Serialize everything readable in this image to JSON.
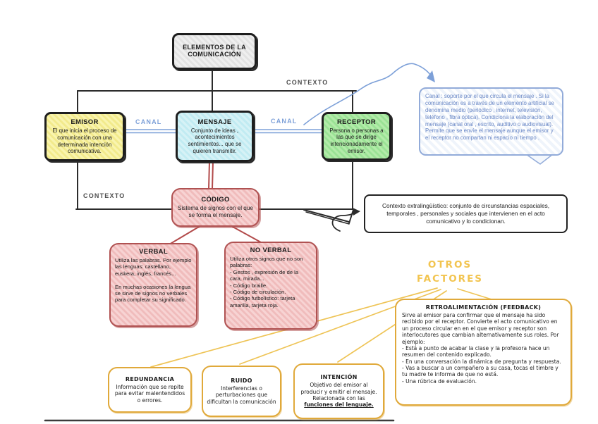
{
  "palette": {
    "black_ink": "#2b2b2b",
    "gray_fill": "#e9e9e9",
    "yellow_fill": "#f6f0a0",
    "cyan_fill": "#cdeef4",
    "green_fill": "#a8e7a1",
    "pink_fill": "#f3c9c9",
    "red_border": "#b05252",
    "blue_accent": "#7da0d8",
    "gold_accent": "#e0a93a"
  },
  "title_node": {
    "label": "ELEMENTOS DE LA COMUNICACIÓN"
  },
  "labels": {
    "contexto_top": "CONTEXTO",
    "contexto_left": "CONTEXTO",
    "canal_left": "CANAL",
    "canal_right": "CANAL",
    "otros_factores": "OTROS\nFACTORES"
  },
  "nodes": {
    "emisor": {
      "title": "EMISOR",
      "body": "El que inicia el proceso de comunicación con una determinada intención comunicativa."
    },
    "mensaje": {
      "title": "MENSAJE",
      "body": "Conjunto de ideas , acontecimientos sentimientos... que se quieren transmitir."
    },
    "receptor": {
      "title": "RECEPTOR",
      "body": "Persona o personas a las que se dirige intencionadamente el emisor."
    },
    "codigo": {
      "title": "CÓDIGO",
      "body": "Sistema de signos con el que se forma el mensaje."
    },
    "verbal": {
      "title": "VERBAL",
      "body": "Utiliza las palabras. Por ejemplo las lenguas: castellano, euskera, inglés, francés...\n\nEn muchas ocasiones la lengua se sirve de signos no verbales para completar su significado."
    },
    "no_verbal": {
      "title": "NO VERBAL",
      "body": "Utiliza otros signos que no son palabras:\n- Gestos , expresión de de la cara, mirada...\n- Código braille.\n- Código de circulación.\n- Código futbolístico: tarjeta amarilla, tarjeta roja."
    }
  },
  "notes": {
    "canal": "Canal : soporte por el que circula el mensaje . Si la comunicación es a través de un elemento artificial se denomina medio (periódico , internet, televisión, teléfono , fibra óptica). Condiciona la elaboración del mensaje (canal oral , escrito, auditivo o audiovisual). Permite que se envíe el mensaje aunque el emisor y el receptor no compartan ni espacio ni tiempo .",
    "contexto": "Contexto extralingüístico: conjunto de circunstancias espaciales, temporales , personales y sociales que intervienen en el acto comunicativo y lo condicionan."
  },
  "factores": {
    "retroalimentacion": {
      "title": "RETROALIMENTACIÓN (FEEDBACK)",
      "body": "Sirve al emisor para confirmar que el mensaje ha sido recibido por el receptor. Convierte el acto comunicativo en un proceso circular en en el que emisor y receptor son interlocutores que cambian alternativamente sus roles. Por ejemplo:\n- Está a punto de acabar la clase y la profesora hace un resumen del contenido explicado.\n- En una conversación la dinámica de pregunta y respuesta.\n- Vas a buscar a un compañero a su casa, tocas el timbre y tu madre te informa de que no está.\n- Una rúbrica de evaluación."
    },
    "redundancia": {
      "title": "REDUNDANCIA",
      "body": "Información que se repite para evitar malentendidos o errores."
    },
    "ruido": {
      "title": "RUIDO",
      "body": "Interferencias o perturbaciones que dificultan la comunicación"
    },
    "intencion": {
      "title": "INTENCIÓN",
      "body_start": "Objetivo del emisor al producir y emitir el mensaje. Relacionada con las ",
      "body_emphasis": "funciones del lenguaje."
    }
  }
}
